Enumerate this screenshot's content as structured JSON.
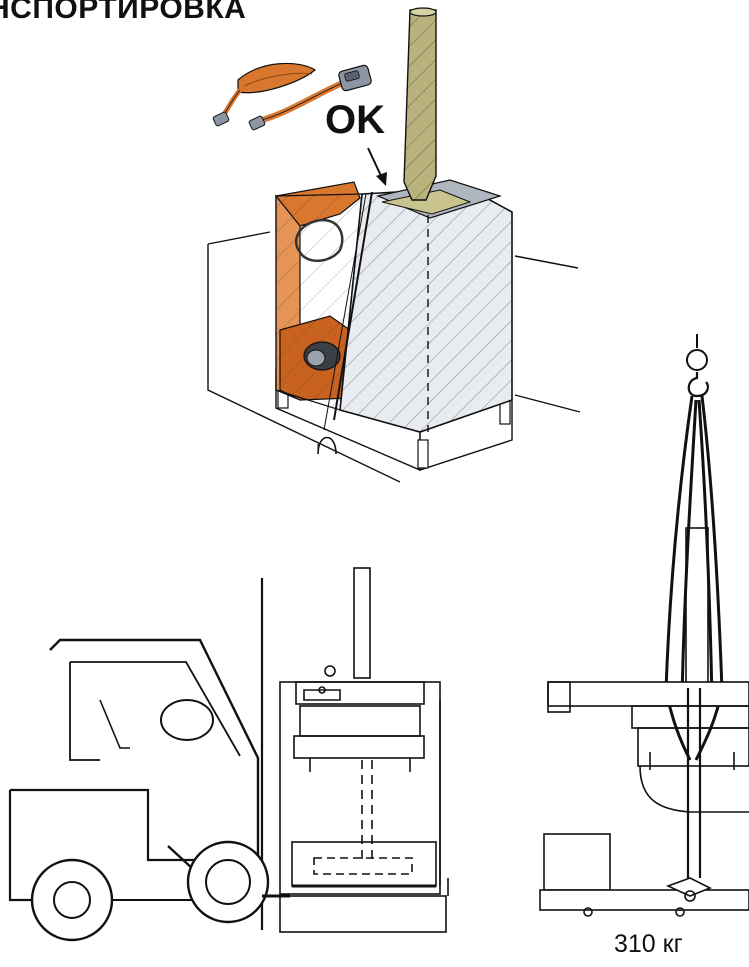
{
  "document": {
    "title": "НСПОРТИРОВКА"
  },
  "illustrations": {
    "packed_machine": {
      "ok_label": "OK",
      "icons": [
        "lifting-straps-icon",
        "shrink-wrapped-baler-on-pallet"
      ]
    },
    "forklift_transport": {
      "icons": [
        "forklift-icon",
        "baler-on-forks"
      ]
    },
    "crane_lift": {
      "weight_label": "310 кг",
      "icons": [
        "crane-hook-icon",
        "lifting-sling-icon",
        "baler-side-view"
      ]
    }
  },
  "colors": {
    "line": "#111111",
    "accent_orange": "#d9772e",
    "wrap_gray": "#b0b6bf",
    "chute_olive": "#b9b27c"
  }
}
